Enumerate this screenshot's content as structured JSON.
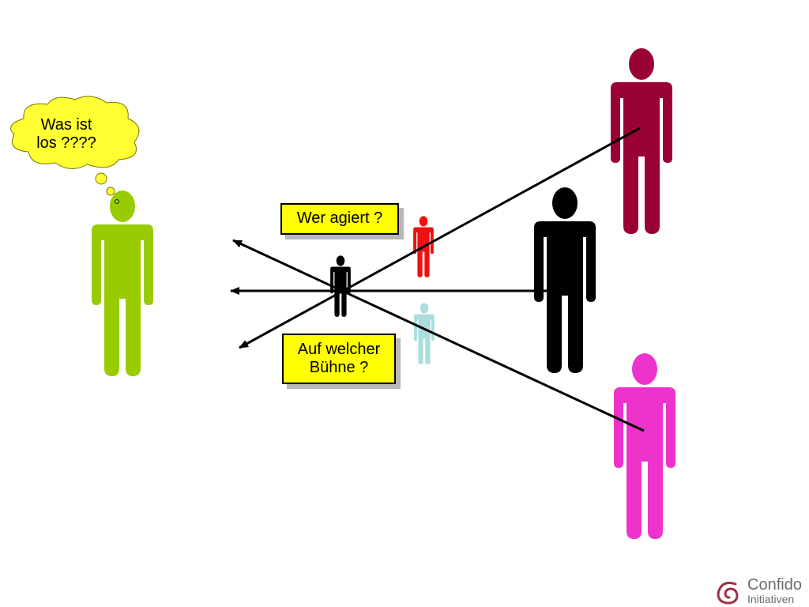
{
  "thought_bubble": {
    "line1": "Was ist",
    "line2": "los ????"
  },
  "labels": {
    "wer_agiert": "Wer agiert ?",
    "auf_welcher_line1": "Auf welcher",
    "auf_welcher_line2": "Bühne ?"
  },
  "brand": {
    "name": "Confido",
    "sub": "Initiativen"
  },
  "colors": {
    "observer_green": "#99cc00",
    "maroon_figure": "#990033",
    "black_figure": "#000000",
    "magenta_figure": "#ee33cc",
    "small_red_figure": "#ee1111",
    "small_lightblue_figure": "#aadddd",
    "label_yellow": "#ffff00",
    "brand_swirl": "#a0304a"
  }
}
